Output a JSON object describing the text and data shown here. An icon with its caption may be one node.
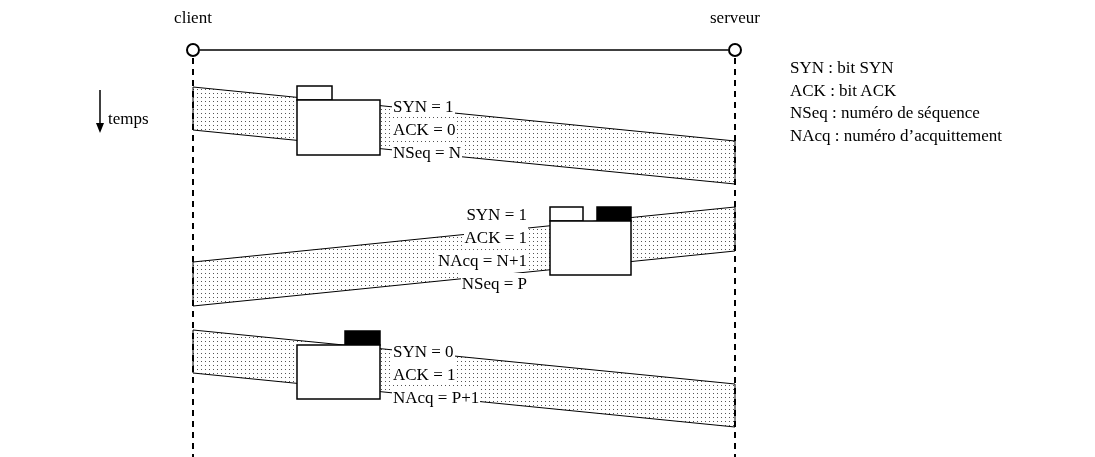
{
  "diagram": {
    "nodes": [
      {
        "text": [
          "client"
        ]
      },
      {
        "text": [
          "serveur"
        ]
      },
      {
        "text": [],
        "shape": "box",
        "beside": [
          "SYN = 1",
          "ACK = 0",
          "NSeq = N"
        ]
      },
      {
        "text": [],
        "shape": "box",
        "beside": [
          "SYN = 1",
          "ACK = 1",
          "NAcq = N+1",
          "NSeq = P"
        ]
      },
      {
        "text": [],
        "shape": "box",
        "beside": [
          "SYN = 0",
          "ACK = 1",
          "NAcq = P+1"
        ]
      }
    ],
    "edges": [
      {
        "from": 0,
        "to": 1,
        "arrow": "none"
      }
    ],
    "labels": [
      "temps",
      "SYN : bit SYN",
      "ACK : bit ACK",
      "NSeq : numéro de séquence",
      "NAcq : numéro d’acquittement"
    ]
  }
}
